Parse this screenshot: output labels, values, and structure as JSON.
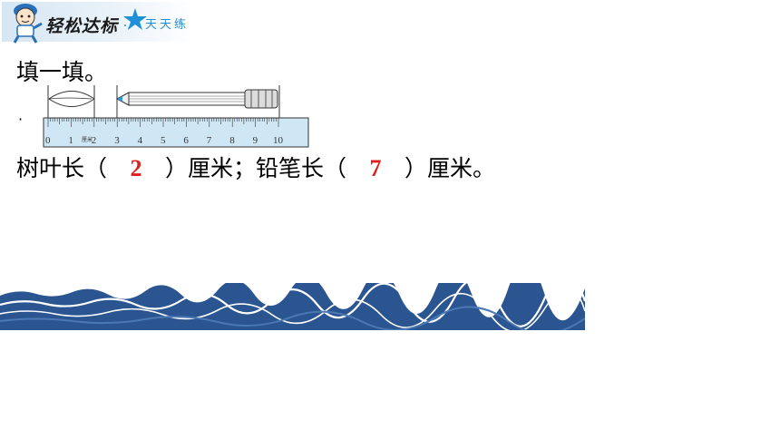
{
  "header": {
    "title": "轻松达标",
    "tag": "天天练"
  },
  "exercise": {
    "heading": "填一填。",
    "bullet": "·",
    "ruler": {
      "tick_labels": [
        "0",
        "1",
        "2",
        "3",
        "4",
        "5",
        "6",
        "7",
        "8",
        "9",
        "10"
      ],
      "unit_label": "厘米"
    },
    "sentence": {
      "leaf_prefix": "树叶长（",
      "leaf_answer": "2",
      "leaf_suffix": "）厘米；铅笔长（",
      "pencil_answer": "7",
      "pencil_suffix": "）厘米。"
    }
  },
  "colors": {
    "answer": "#e21d1d",
    "ruler_fill": "#cfe7f5",
    "wave_dark": "#2a5590",
    "wave_light": "#4a78b3",
    "tag_blue": "#1f8fd8"
  }
}
